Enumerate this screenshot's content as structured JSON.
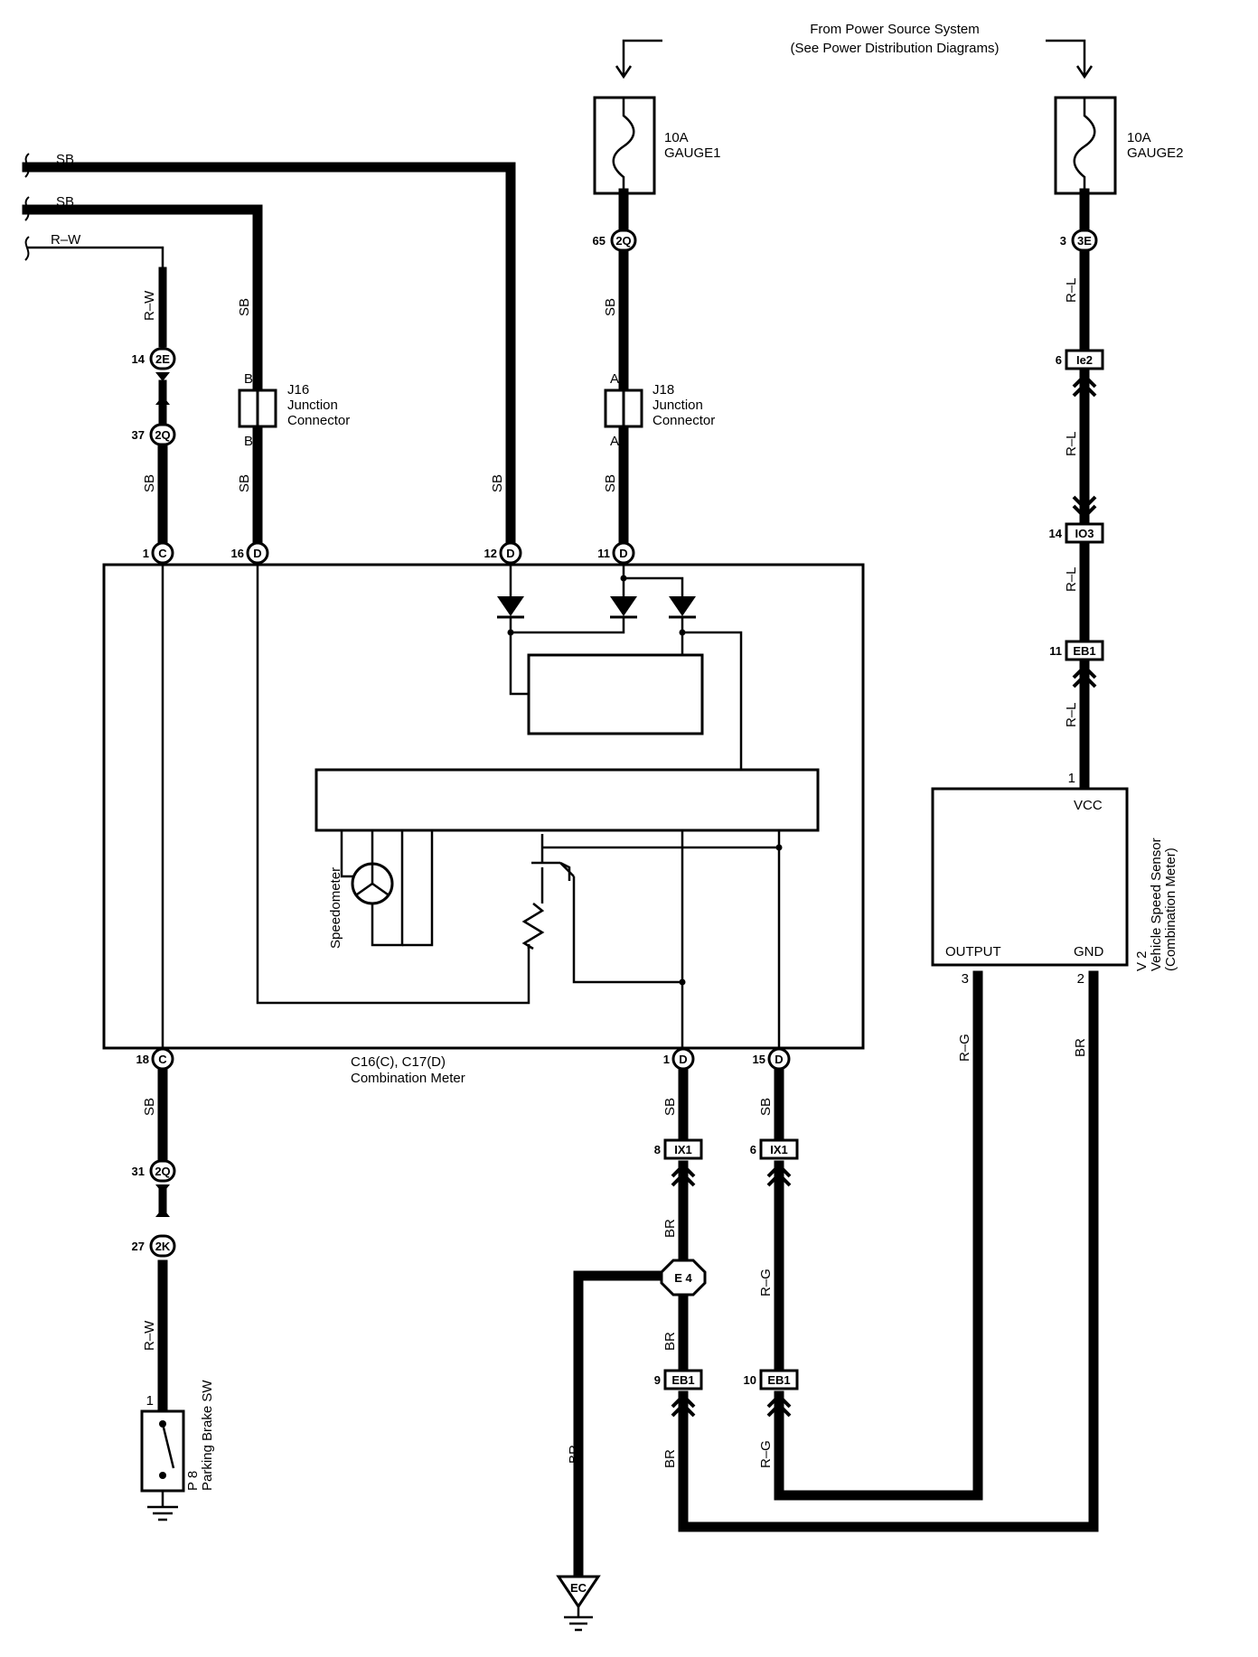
{
  "power_source": {
    "line1": "From Power Source System",
    "line2": "(See Power Distribution Diagrams)"
  },
  "fuses": [
    {
      "amp": "10A",
      "name": "GAUGE1"
    },
    {
      "amp": "10A",
      "name": "GAUGE2"
    }
  ],
  "wire_colors": {
    "sb": "SB",
    "rw": "R–W",
    "rl": "R–L",
    "rg": "R–G",
    "br": "BR",
    "a": "A",
    "b": "B"
  },
  "connectors": {
    "c_2e_14": {
      "pin": "14",
      "id": "2E"
    },
    "c_2q_37": {
      "pin": "37",
      "id": "2Q"
    },
    "c_2q_65": {
      "pin": "65",
      "id": "2Q"
    },
    "c_3e_3": {
      "pin": "3",
      "id": "3E"
    },
    "c_ie2_6": {
      "pin": "6",
      "id": "Ie2"
    },
    "c_io3_14": {
      "pin": "14",
      "id": "IO3"
    },
    "c_eb1_11": {
      "pin": "11",
      "id": "EB1"
    },
    "c_2q_31": {
      "pin": "31",
      "id": "2Q"
    },
    "c_2k_27": {
      "pin": "27",
      "id": "2K"
    },
    "c_ix1_8": {
      "pin": "8",
      "id": "IX1"
    },
    "c_ix1_6": {
      "pin": "6",
      "id": "IX1"
    },
    "c_eb1_9": {
      "pin": "9",
      "id": "EB1"
    },
    "c_eb1_10": {
      "pin": "10",
      "id": "EB1"
    },
    "e4": "E 4",
    "ec": "EC"
  },
  "meter_pins": {
    "p1c": {
      "pin": "1",
      "side": "C"
    },
    "p16d": {
      "pin": "16",
      "side": "D"
    },
    "p12d": {
      "pin": "12",
      "side": "D"
    },
    "p11d": {
      "pin": "11",
      "side": "D"
    },
    "p18c": {
      "pin": "18",
      "side": "C"
    },
    "p1d": {
      "pin": "1",
      "side": "D"
    },
    "p15d": {
      "pin": "15",
      "side": "D"
    }
  },
  "junction_left": {
    "line1": "J16",
    "line2": "Junction",
    "line3": "Connector"
  },
  "junction_right": {
    "line1": "J18",
    "line2": "Junction",
    "line3": "Connector"
  },
  "combination_meter": {
    "line1": "C16(C), C17(D)",
    "line2": "Combination Meter"
  },
  "speedometer_label": "Speedometer",
  "sensor": {
    "vcc": "VCC",
    "output": "OUTPUT",
    "gnd": "GND",
    "pin_vcc": "1",
    "pin_output": "3",
    "pin_gnd": "2",
    "title1": "V 2",
    "title2": "Vehicle Speed Sensor",
    "title3": "(Combination Meter)"
  },
  "parking_brake": {
    "pin": "1",
    "line1": "P 8",
    "line2": "Parking Brake SW"
  }
}
